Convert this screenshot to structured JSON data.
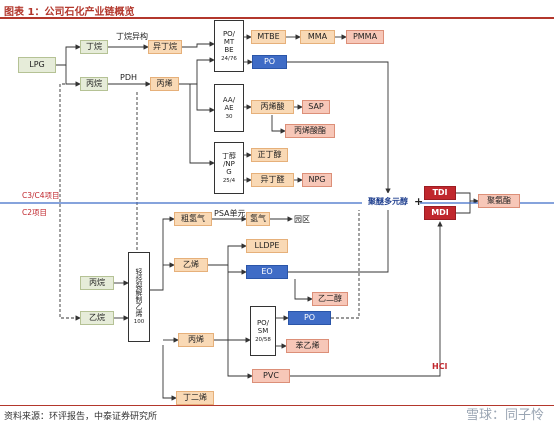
{
  "title": "图表 1：公司石化产业链概览",
  "footer": "资料来源：环评报告，中泰证券研究所",
  "watermark": "雪球：同子怜",
  "sections": {
    "c3c4": "C3/C4项目",
    "c2": "C2项目"
  },
  "labels": {
    "isomerization": "丁烷异构",
    "pdh": "PDH",
    "psa": "PSA单元",
    "park": "园区",
    "plus": "+",
    "hcl": "HCl"
  },
  "nodes": {
    "lpg": "LPG",
    "butane": "丁烷",
    "isobutane": "异丁烷",
    "propane": "丙烷",
    "propylene": "丙烯",
    "mtbe_unit": "PO/\nMT\nBE",
    "mtbe_unit_cap": "24/76",
    "mtbe": "MTBE",
    "mma": "MMA",
    "pmma": "PMMA",
    "po": "PO",
    "aa_unit": "AA/\nAE",
    "aa_unit_cap": "30",
    "acrylic_acid": "丙烯酸",
    "sap": "SAP",
    "acrylate": "丙烯酸酯",
    "npg_unit": "丁醇\n/NP\nG",
    "npg_unit_cap": "25/4",
    "n_butanol": "正丁醇",
    "isobutyraldehyde": "异丁醛",
    "npg": "NPG",
    "polyether": "聚醚多元醇",
    "tdi": "TDI",
    "mdi": "MDI",
    "pu": "聚氨酯",
    "crude_h2": "粗氢气",
    "h2": "氢气",
    "propane2": "丙烷",
    "ethane": "乙烷",
    "cracker": "轻烃裂解制乙烯",
    "cracker_cap": "100",
    "ethylene": "乙烯",
    "lldpe": "LLDPE",
    "eo": "EO",
    "eg": "乙二醇",
    "propylene2": "丙烯",
    "posm_unit": "PO/\nSM",
    "posm_unit_cap": "20/58",
    "po2": "PO",
    "styrene": "苯乙烯",
    "pvc": "PVC",
    "butadiene": "丁二烯"
  },
  "colors": {
    "title_red": "#b3372c",
    "feed_green": "#e6ecd9",
    "intermediate_peach": "#f9d9b5",
    "product_pink": "#f7c7b8",
    "po_blue": "#3f6cc6",
    "isocyanate_red": "#c0272d"
  }
}
